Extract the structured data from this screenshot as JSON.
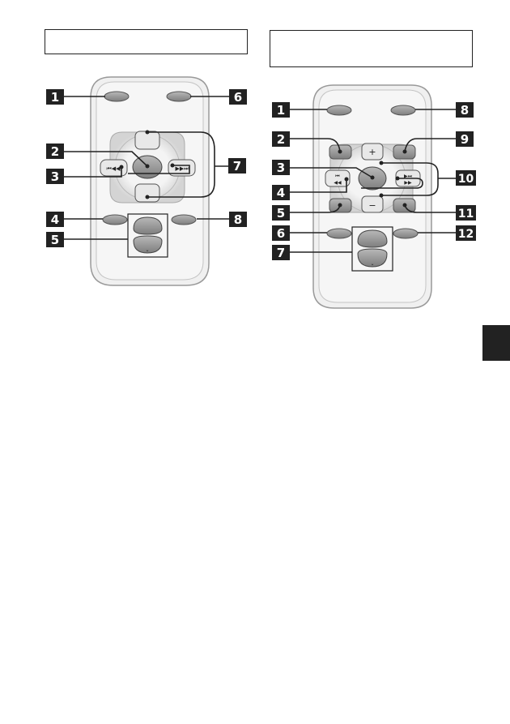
{
  "left_diagram": {
    "callouts": [
      "1",
      "2",
      "3",
      "4",
      "5",
      "6",
      "7",
      "8"
    ],
    "symbols": {
      "prev": "⏮◀◀",
      "next": "▶▶⏭",
      "down_arrow": "⌄"
    }
  },
  "right_diagram": {
    "callouts": [
      "1",
      "2",
      "3",
      "4",
      "5",
      "6",
      "7",
      "8",
      "9",
      "10",
      "11",
      "12"
    ],
    "symbols": {
      "prev_top": "⏮",
      "prev_bottom": "◀◀",
      "next_top": "▶⏭",
      "next_bottom": "▶▶",
      "plus": "+",
      "minus": "−",
      "down_arrow": "⌄"
    }
  },
  "colors": {
    "outline": "#222222",
    "button_fill": "#9a9a9a",
    "remote_fill": "#eeeeee"
  }
}
